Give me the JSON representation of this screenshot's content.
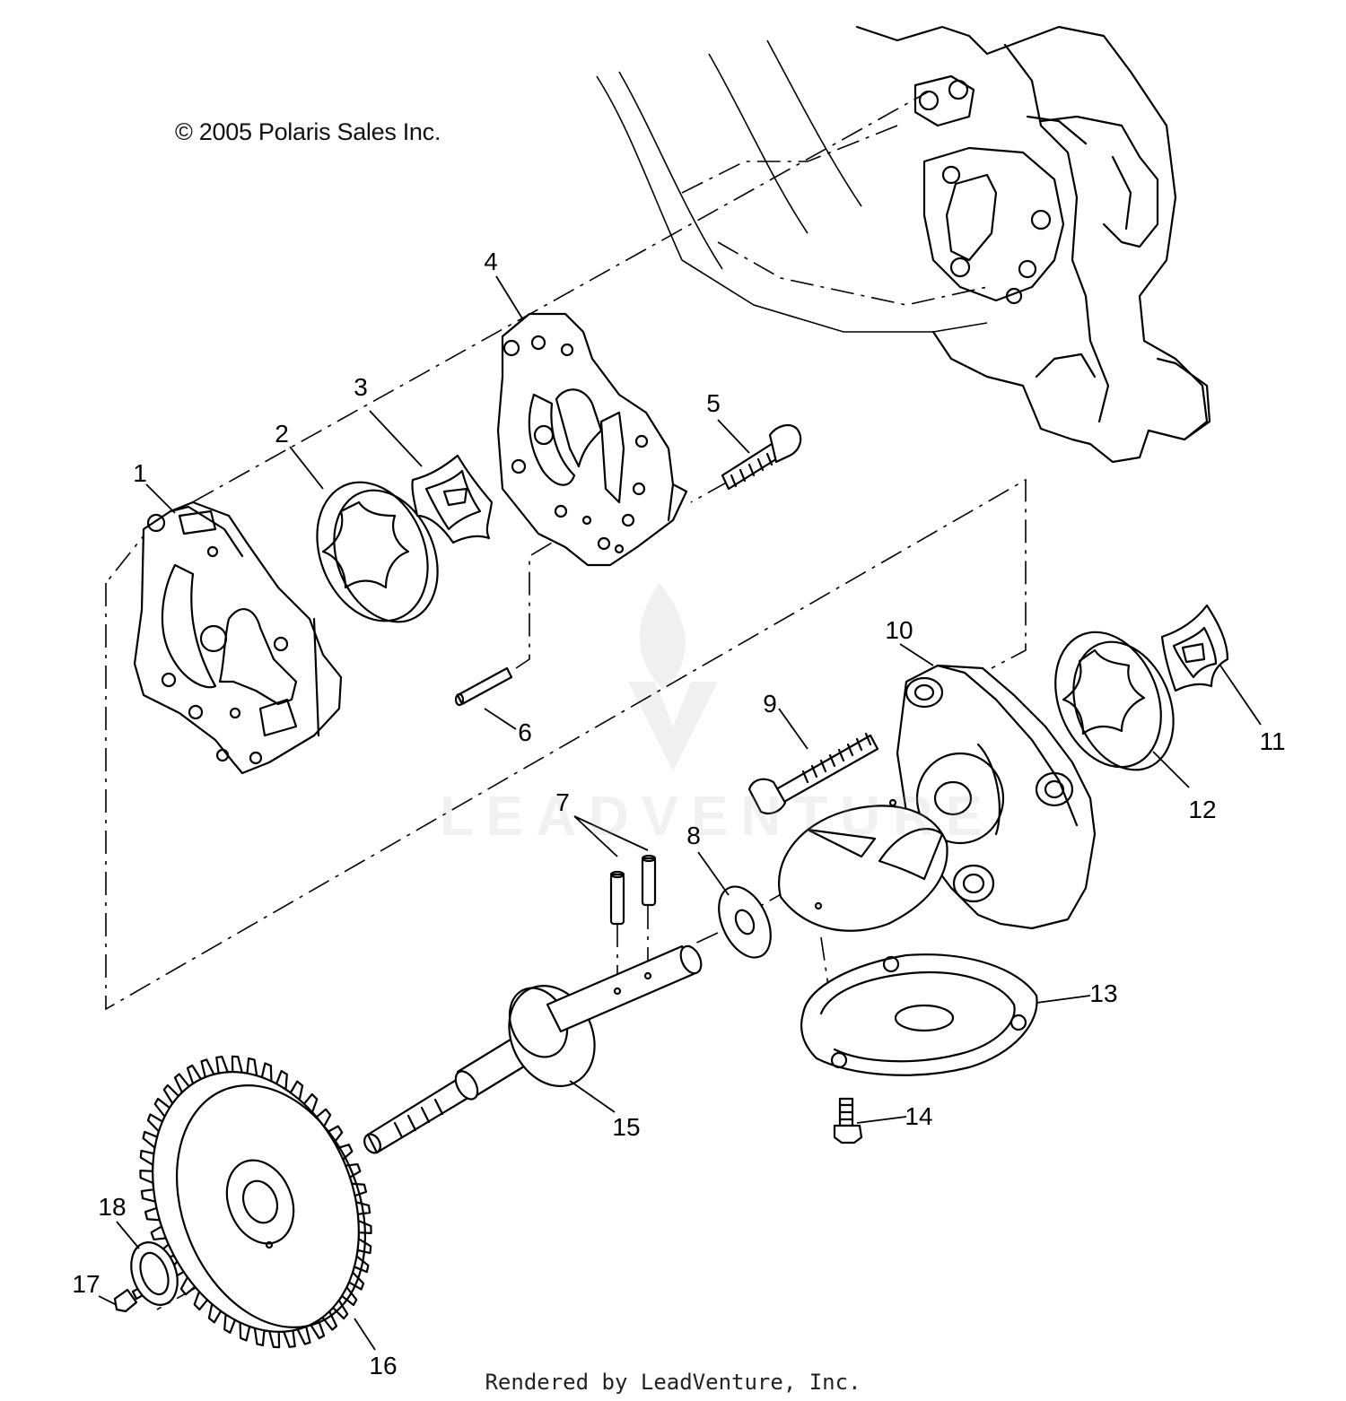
{
  "copyright": "© 2005 Polaris Sales Inc.",
  "footer": "Rendered by LeadVenture, Inc.",
  "watermark": "LEADVENTURE",
  "callouts": [
    "1",
    "2",
    "3",
    "4",
    "5",
    "6",
    "7",
    "8",
    "9",
    "10",
    "11",
    "12",
    "13",
    "14",
    "15",
    "16",
    "17",
    "18"
  ]
}
